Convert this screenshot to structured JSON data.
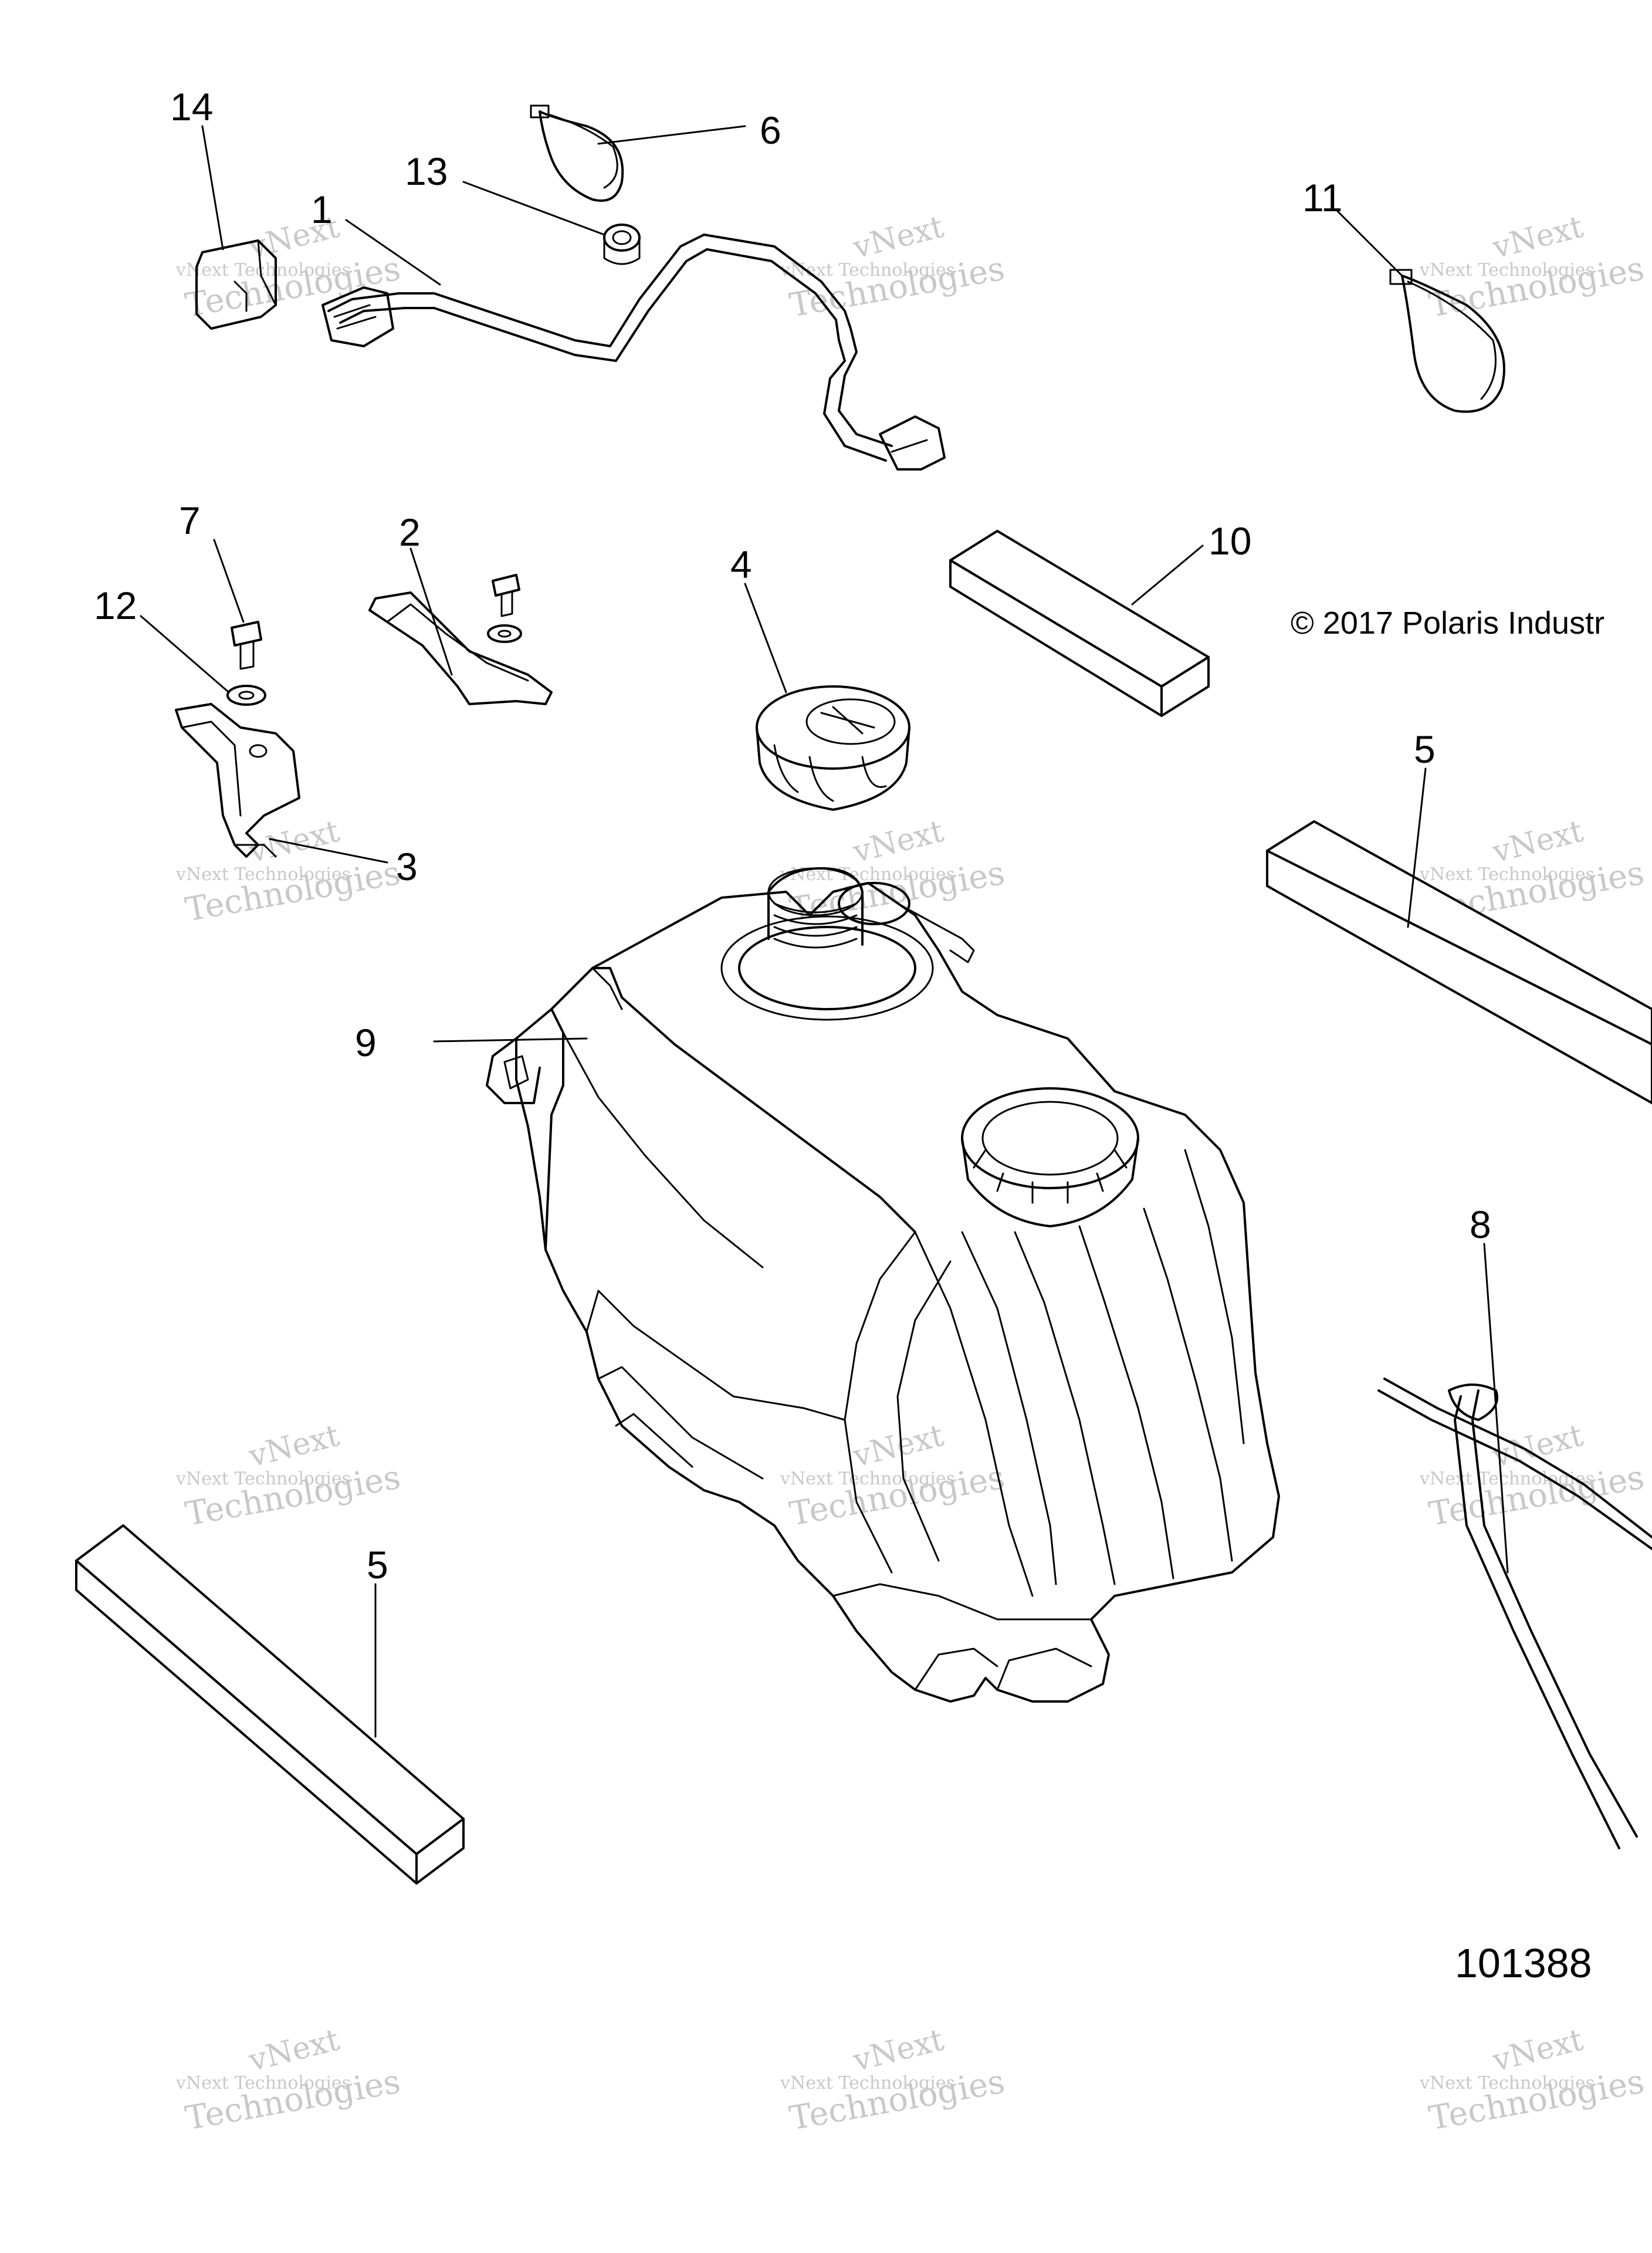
{
  "callouts": [
    "14",
    "1",
    "13",
    "6",
    "11",
    "7",
    "2",
    "12",
    "3",
    "4",
    "10",
    "5",
    "9",
    "8",
    "5"
  ],
  "copyright": "© 2017 Polaris Industr",
  "drawing_number": "101388",
  "watermark": {
    "line1": "vNext",
    "line2": "vNext Technologies",
    "line3": "Technologies"
  },
  "colors": {
    "line": "#000000",
    "watermark": "#c8c8c8",
    "background": "#ffffff"
  }
}
